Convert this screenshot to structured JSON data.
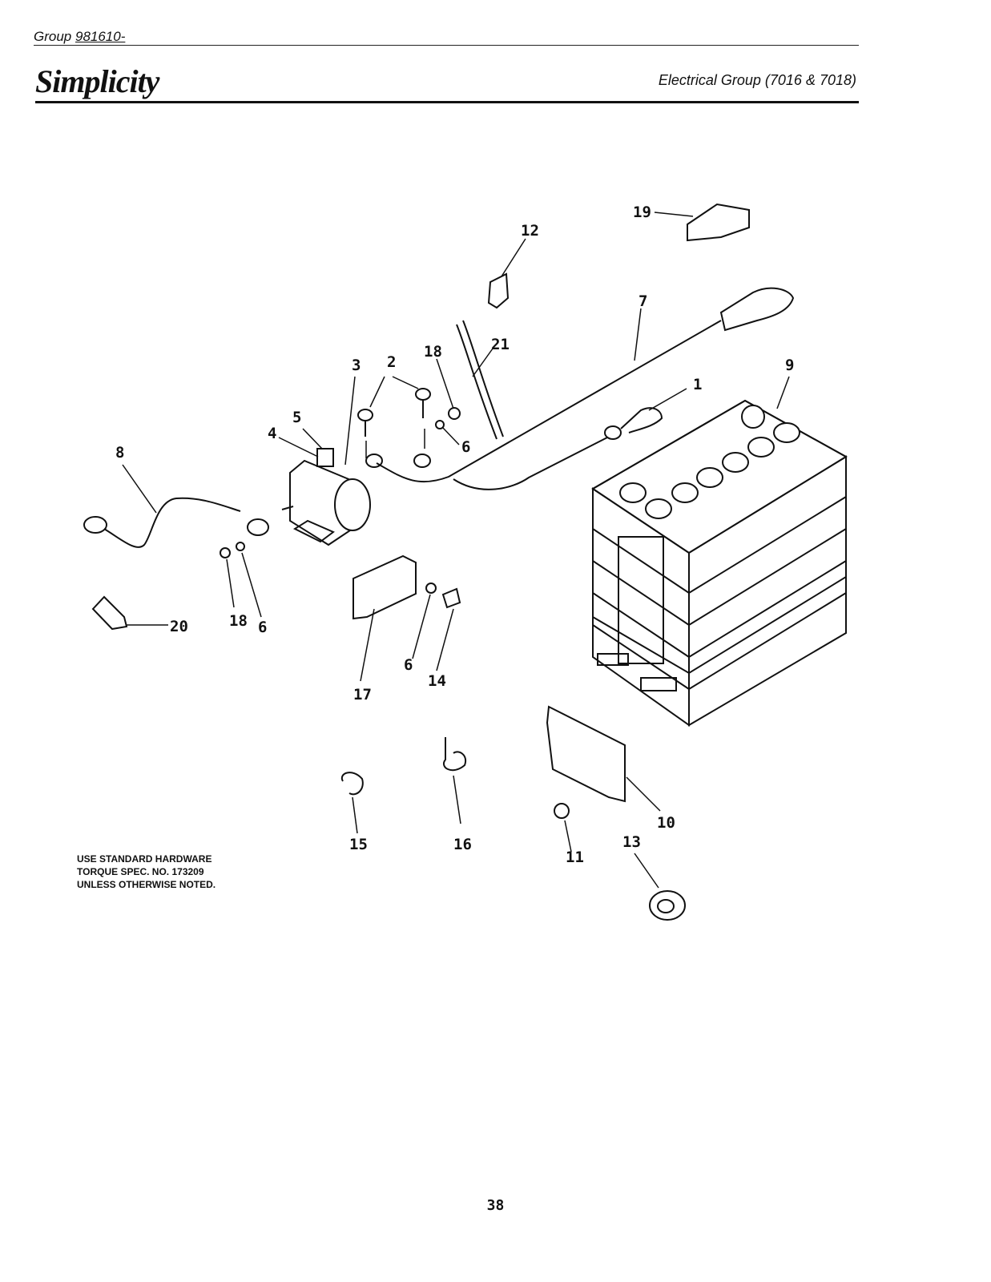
{
  "header": {
    "group_prefix": "Group",
    "group_number": "981610-",
    "brand": "Simplicity",
    "section_title": "Electrical Group (7016 & 7018)"
  },
  "callouts": {
    "c1": "1",
    "c2": "2",
    "c3": "3",
    "c4": "4",
    "c5": "5",
    "c6a": "6",
    "c6b": "6",
    "c6c": "6",
    "c7": "7",
    "c8": "8",
    "c9": "9",
    "c10": "10",
    "c11": "11",
    "c12": "12",
    "c13": "13",
    "c14": "14",
    "c15": "15",
    "c16": "16",
    "c17": "17",
    "c18a": "18",
    "c18b": "18",
    "c19": "19",
    "c20": "20",
    "c21": "21"
  },
  "note": {
    "line1": "USE STANDARD HARDWARE",
    "line2": "TORQUE SPEC. NO. 173209",
    "line3": "UNLESS OTHERWISE NOTED."
  },
  "page_number": "38"
}
